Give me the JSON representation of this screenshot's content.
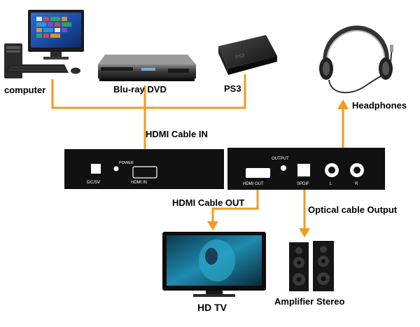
{
  "colors": {
    "cable": "#F39A1F",
    "panel": "#111111",
    "background": "#FFFFFF",
    "port_white": "#FFFFFF"
  },
  "devices": {
    "computer": "computer",
    "bluray": "Blu-ray DVD",
    "ps3": "PS3",
    "headphones": "Headphones",
    "tv": "HD TV",
    "speakers": "Amplifier Stereo"
  },
  "cables": {
    "hdmi_in": "HDMI Cable IN",
    "hdmi_out": "HDMI Cable OUT",
    "optical_out": "Optical cable Output"
  },
  "input_panel": {
    "dc_label": "DC/5V",
    "power_label": "POWER",
    "hdmi_in_label": "HDMI IN"
  },
  "output_panel": {
    "output_label": "OUTPUT",
    "hdmi_out_label": "HDMI OUT",
    "spdif_label": "SPDIF",
    "l_label": "L",
    "r_label": "R"
  },
  "icons": [
    "computer-icon",
    "bluray-player-icon",
    "ps3-console-icon",
    "headphones-icon",
    "tv-icon",
    "speakers-icon"
  ]
}
